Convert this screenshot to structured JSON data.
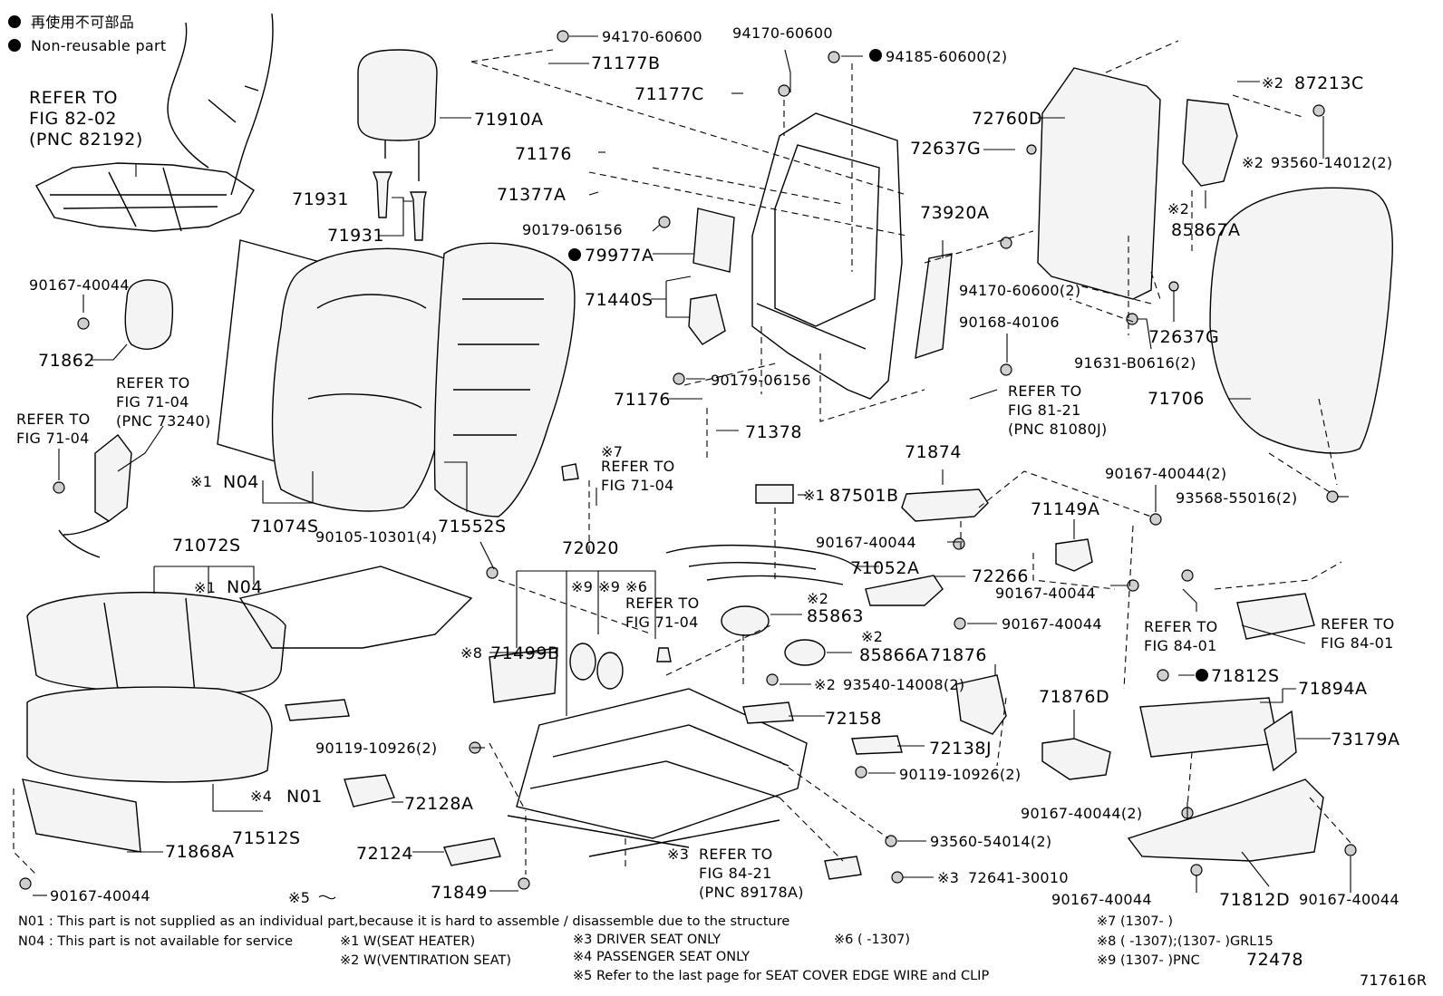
{
  "legend": {
    "mark_jp": "再使用不可部品",
    "mark_en": "Non-reusable part"
  },
  "diagram_id": "717616R",
  "labels": {
    "refer_8202": [
      "REFER TO",
      "FIG 82-02",
      "(PNC 82192)"
    ],
    "p71910A": "71910A",
    "p71931a": "71931",
    "p71931b": "71931",
    "p90167_tl": "90167-40044",
    "p71862": "71862",
    "refer_7104_pnc": [
      "REFER TO",
      "FIG 71-04",
      "(PNC 73240)"
    ],
    "refer_7104_l": [
      "REFER TO",
      "FIG 71-04"
    ],
    "n04_a_mark": "※1",
    "n04_a": "N04",
    "p71074S": "71074S",
    "p71552S": "71552S",
    "p71072S": "71072S",
    "n04_b_mark": "※1",
    "n04_b": "N04",
    "p90105": "90105-10301(4)",
    "n01_mark": "※4",
    "n01": "N01",
    "p71512S": "71512S",
    "p71868A": "71868A",
    "p90167_bl": "90167-40044",
    "p94170_a": "94170-60600",
    "p71177B": "71177B",
    "p94170_b": "94170-60600",
    "p94185": "94185-60600(2)",
    "p71177C": "71177C",
    "p71176a": "71176",
    "p71377A": "71377A",
    "p90179a": "90179-06156",
    "p79977A": "79977A",
    "p71440S": "71440S",
    "p90179b": "90179-06156",
    "p71176b": "71176",
    "p71378": "71378",
    "refer_7104_c_mark": "※7",
    "refer_7104_c": [
      "REFER TO",
      "FIG 71-04"
    ],
    "p72020": "72020",
    "p72760D": "72760D",
    "p72637Ga": "72637G",
    "p73920A": "73920A",
    "p94170_c": "94170-60600(2)",
    "p90168": "90168-40106",
    "refer_8121": [
      "REFER TO",
      "FIG 81-21",
      "(PNC 81080J)"
    ],
    "p91631": "91631-B0616(2)",
    "p72637Gb": "72637G",
    "p87213C_mark": "※2",
    "p87213C": "87213C",
    "p93560a_mark": "※2",
    "p93560a": "93560-14012(2)",
    "p85867A_mark": "※2",
    "p85867A": "85867A",
    "p71706": "71706",
    "p90167_2a": "90167-40044(2)",
    "p93568": "93568-55016(2)",
    "p71874": "71874",
    "p87501B_mark": "※1",
    "p87501B": "87501B",
    "p90167_m1": "90167-40044",
    "p71052A": "71052A",
    "p72266": "72266",
    "p71149A": "71149A",
    "p90167_m2": "90167-40044",
    "p85863_mark": "※2",
    "p85863": "85863",
    "p90167_m3": "90167-40044",
    "p85866A_mark": "※2",
    "p85866A": "85866A",
    "p71876": "71876",
    "p93540_mark": "※2",
    "p93540": "93540-14008(2)",
    "s9a": "※9",
    "s9b": "※9",
    "s6": "※6",
    "refer_7104_d": [
      "REFER TO",
      "FIG 71-04"
    ],
    "p71499B_mark": "※8",
    "p71499B": "71499B",
    "p72158": "72158",
    "p72138J": "72138J",
    "p90119a": "90119-10926(2)",
    "p90119b": "90119-10926(2)",
    "p72128A": "72128A",
    "p72124": "72124",
    "p71849": "71849",
    "refer_8421_mark": "※3",
    "refer_8421": [
      "REFER TO",
      "FIG 84-21",
      "(PNC 89178A)"
    ],
    "p93560b": "93560-54014(2)",
    "p72641_mark": "※3",
    "p72641": "72641-30010",
    "s5": "※5",
    "p71876D": "71876D",
    "refer_8401a": [
      "REFER TO",
      "FIG 84-01"
    ],
    "refer_8401b": [
      "REFER TO",
      "FIG 84-01"
    ],
    "p71812S": "71812S",
    "p71894A": "71894A",
    "p73179A": "73179A",
    "p90167_2b": "90167-40044(2)",
    "p90167_br1": "90167-40044",
    "p71812D": "71812D",
    "p90167_br2": "90167-40044"
  },
  "footnotes": {
    "n01": "N01 : This part is not supplied as an individual part,because it is hard to assemble / disassemble due to the structure",
    "n04": "N04 : This part is not available for service",
    "s1": "※1  W(SEAT  HEATER)",
    "s2": "※2  W(VENTIRATION  SEAT)",
    "s3": "※3  DRIVER SEAT ONLY",
    "s4": "※4  PASSENGER  SEAT ONLY",
    "s5": "※5 Refer to the last page for SEAT COVER EDGE WIRE and CLIP",
    "s6": "※6 (        -1307)",
    "s7": "※7 (1307-      )",
    "s8": "※8 (       -1307);(1307-       )GRL15",
    "s9a": "※9 (1307-       )PNC",
    "s9b": "72478"
  }
}
